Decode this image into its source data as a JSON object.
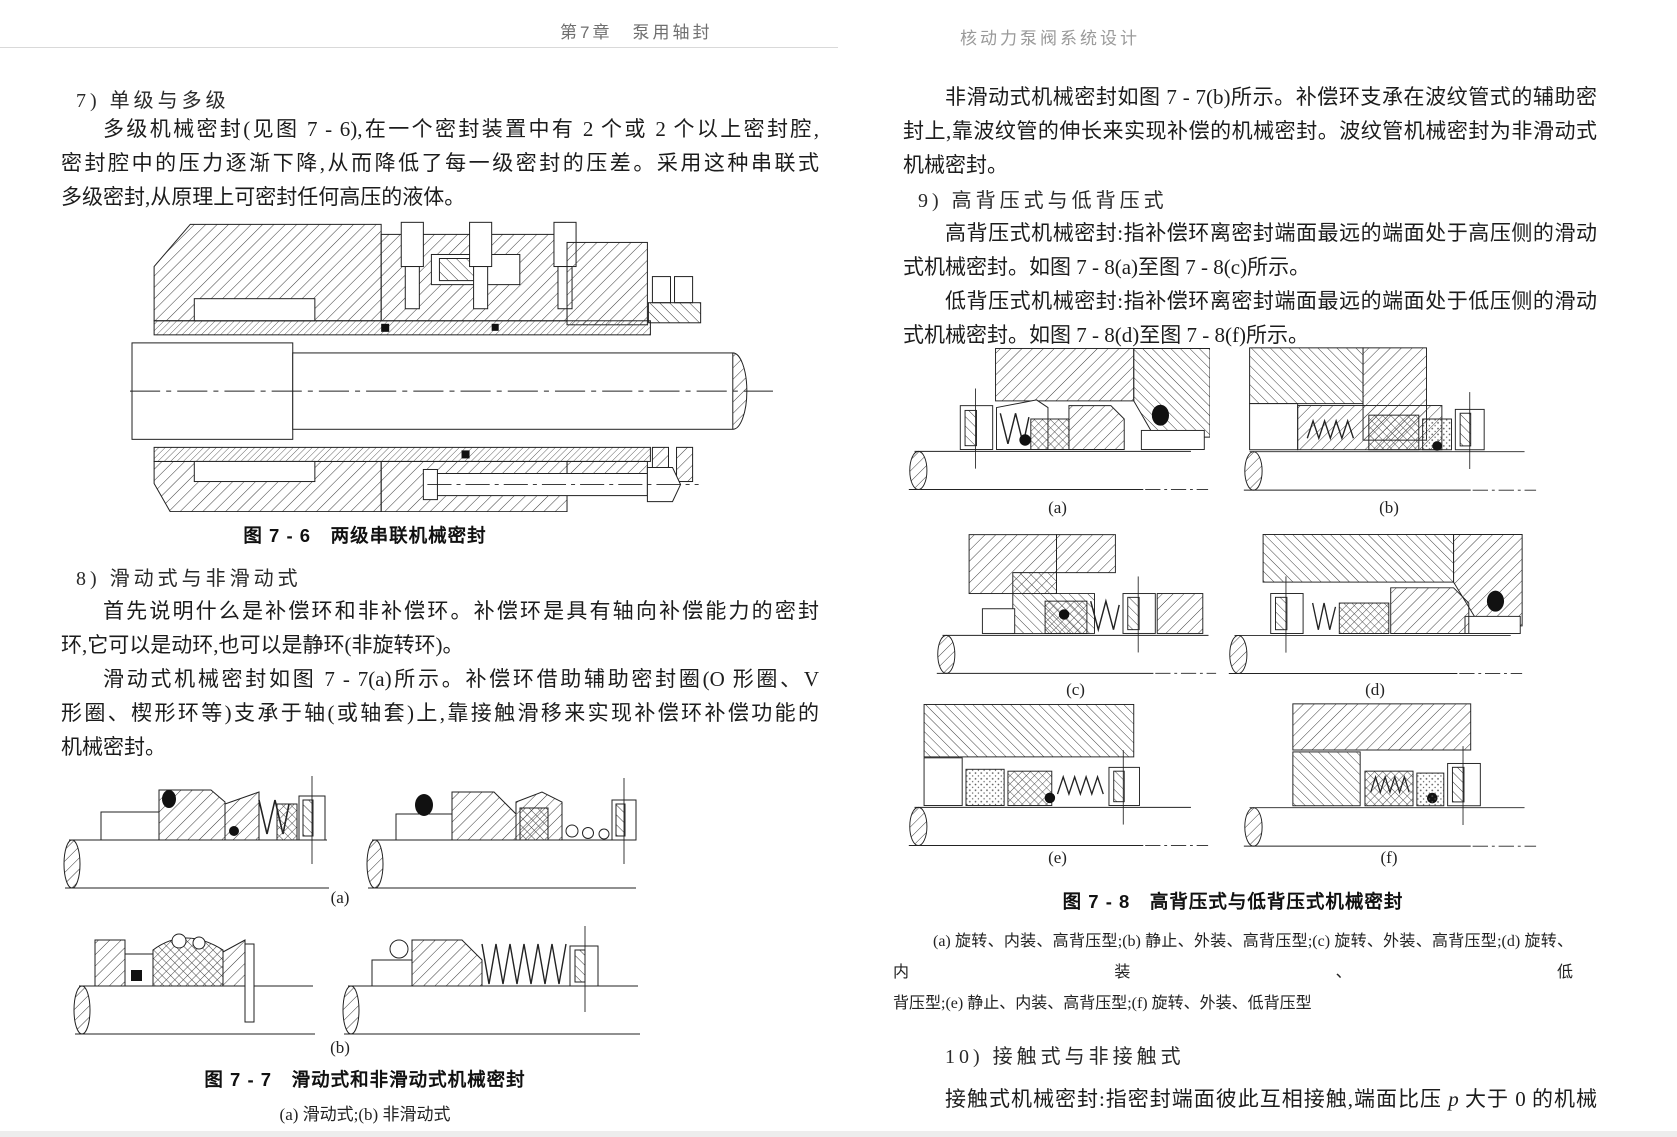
{
  "page_left": {
    "header": "第7章　泵用轴封",
    "sec7_heading": "7) 单级与多级",
    "sec7_lines": [
      "多级机械密封(见图 7 - 6),在一个密封装置中有 2 个或 2 个以上密封腔,",
      "密封腔中的压力逐渐下降,从而降低了每一级密封的压差。采用这种串联式",
      "多级密封,从原理上可密封任何高压的液体。"
    ],
    "fig6_caption": "图 7 - 6　两级串联机械密封",
    "sec8_heading": "8) 滑动式与非滑动式",
    "sec8_lines": [
      "首先说明什么是补偿环和非补偿环。补偿环是具有轴向补偿能力的密封",
      "环,它可以是动环,也可以是静环(非旋转环)。",
      "滑动式机械密封如图 7 - 7(a)所示。补偿环借助辅助密封圈(O 形圈、V",
      "形圈、楔形环等)支承于轴(或轴套)上,靠接触滑移来实现补偿环补偿功能的",
      "机械密封。"
    ],
    "fig7_label_a": "(a)",
    "fig7_label_b": "(b)",
    "fig7_caption": "图 7 - 7　滑动式和非滑动式机械密封",
    "fig7_subcaption": "(a) 滑动式;(b) 非滑动式"
  },
  "page_right": {
    "header": "核动力泵阀系统设计",
    "para1_lines": [
      "非滑动式机械密封如图 7 - 7(b)所示。补偿环支承在波纹管式的辅助密",
      "封上,靠波纹管的伸长来实现补偿的机械密封。波纹管机械密封为非滑动式",
      "机械密封。"
    ],
    "sec9_heading": "9) 高背压式与低背压式",
    "sec9_lines": [
      "高背压式机械密封:指补偿环离密封端面最远的端面处于高压侧的滑动",
      "式机械密封。如图 7 - 8(a)至图 7 - 8(c)所示。",
      "低背压式机械密封:指补偿环离密封端面最远的端面处于低压侧的滑动",
      "式机械密封。如图 7 - 8(d)至图 7 - 8(f)所示。"
    ],
    "fig8_labels": [
      "(a)",
      "(b)",
      "(c)",
      "(d)",
      "(e)",
      "(f)"
    ],
    "fig8_caption": "图 7 - 8　高背压式与低背压式机械密封",
    "fig8_subcaption_lines": [
      "(a) 旋转、内装、高背压型;(b) 静止、外装、高背压型;(c) 旋转、外装、高背压型;(d) 旋转、内装、低",
      "背压型;(e) 静止、内装、高背压型;(f) 旋转、外装、低背压型"
    ],
    "sec10_heading": "10) 接触式与非接触式",
    "sec10_line_pre": "接触式机械密封:指密封端面彼此互相接触,端面比压 ",
    "sec10_line_var": "p",
    "sec10_line_post": " 大于 0 的机械"
  }
}
